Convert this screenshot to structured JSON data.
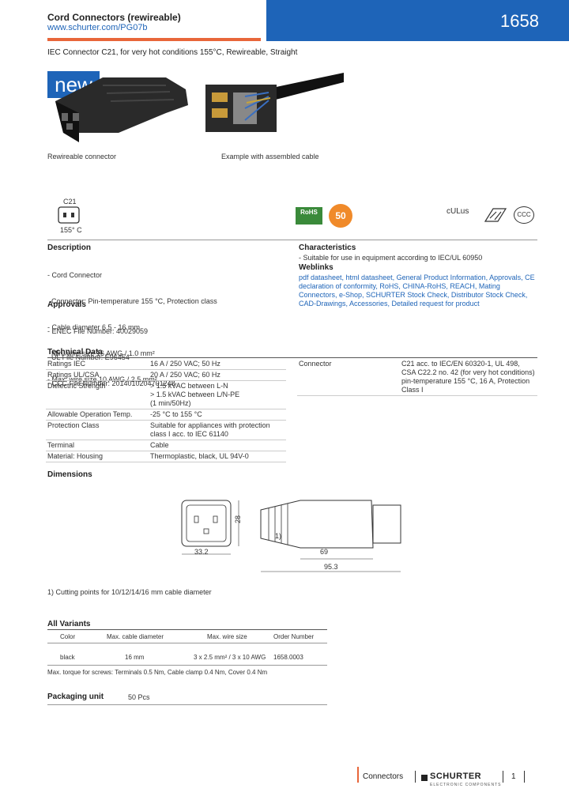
{
  "header": {
    "title": "Cord Connectors (rewireable)",
    "url": "www.schurter.com/PG07b",
    "product_number": "1658"
  },
  "subtitle": "IEC Connector C21, for very hot conditions 155°C, Rewireable, Straight",
  "badge": "new",
  "captions": {
    "left": "Rewireable connector",
    "right": "Example with assembled cable"
  },
  "symbol": {
    "top_label": "C21",
    "bottom_label": "155° C"
  },
  "approval_marks": [
    "RoHS",
    "50",
    "cULus",
    "CCC"
  ],
  "description": {
    "title": "Description",
    "items": [
      "- Cord Connector",
      "  Connector: Pin-temperature 155 °C, Protection class",
      "- Cable diameter 6.5 - 16 mm",
      "  Min. wire size 16 AWG / 1.0 mm²",
      "- Max. wire size 10 AWG / 2.5 mm²"
    ]
  },
  "approvals": {
    "title": "Approvals",
    "items": [
      "- ENEC File Number: 40029059",
      "  UL File Number: E96454",
      "- CCC File Number: 2014010204701248"
    ]
  },
  "characteristics": {
    "title": "Characteristics",
    "items": [
      "- Suitable for use in equipment according to IEC/UL 60950"
    ]
  },
  "weblinks": {
    "title": "Weblinks",
    "text": "pdf datasheet, html datasheet, General Product Information, Approvals, CE declaration of conformity, RoHS, CHINA-RoHS, REACH, Mating Connectors, e-Shop, SCHURTER Stock Check, Distributor Stock Check, CAD-Drawings, Accessories, Detailed request for product"
  },
  "technical_data": {
    "title": "Technical Data",
    "rows": [
      {
        "label": "Ratings IEC",
        "value": "16 A / 250 VAC; 50 Hz"
      },
      {
        "label": "Ratings UL/CSA",
        "value": "20 A / 250 VAC; 60 Hz"
      },
      {
        "label": "Dielectric Strength",
        "value": "> 1.5 kVAC between L-N\n> 1.5 kVAC between L/N-PE\n(1 min/50Hz)"
      },
      {
        "label": "Allowable Operation Temp.",
        "value": "-25 °C to 155 °C"
      },
      {
        "label": "Protection Class",
        "value": "Suitable for appliances with protection class I acc. to IEC 61140"
      },
      {
        "label": "Terminal",
        "value": "Cable"
      },
      {
        "label": "Material: Housing",
        "value": "Thermoplastic, black, UL 94V-0"
      }
    ],
    "connector_label": "Connector",
    "connector_value": "C21 acc. to IEC/EN 60320-1, UL 498, CSA C22.2 no. 42 (for very hot conditions) pin-temperature 155 °C, 16 A, Protection Class I"
  },
  "dimensions": {
    "title": "Dimensions",
    "labels": [
      "33.2",
      "28",
      "69",
      "95.3",
      "1)"
    ],
    "footnote": "1) Cutting points for 10/12/14/16 mm cable diameter"
  },
  "variants": {
    "title": "All Variants",
    "headers": [
      "Color",
      "Max. cable diameter",
      "Max. wire size",
      "Order Number"
    ],
    "rows": [
      [
        "black",
        "16 mm",
        "3 x 2.5 mm² / 3 x 10 AWG",
        "1658.0003"
      ]
    ],
    "note": "Max. torque for screws: Terminals 0.5 Nm, Cable clamp 0.4 Nm, Cover 0.4 Nm"
  },
  "packaging": {
    "label": "Packaging unit",
    "value": "50 Pcs"
  },
  "footer": {
    "category": "Connectors",
    "brand": "SCHURTER",
    "tagline": "ELECTRONIC COMPONENTS",
    "page": "1"
  },
  "colors": {
    "brand_blue": "#1e64b8",
    "accent_orange": "#e8663a"
  }
}
